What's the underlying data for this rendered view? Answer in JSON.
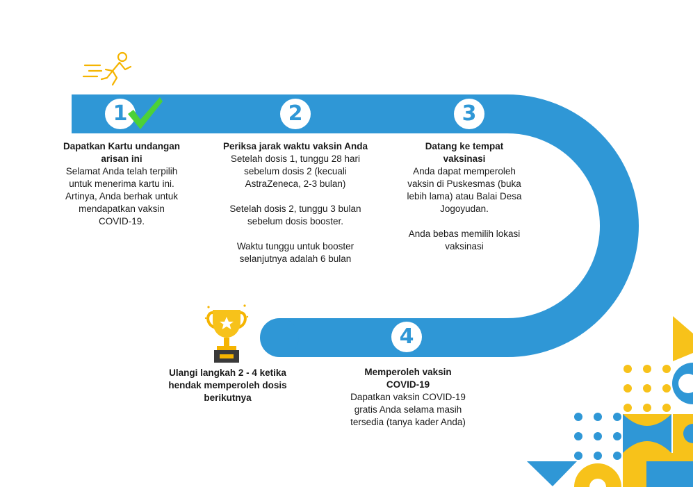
{
  "steps": [
    {
      "number": "1",
      "title": "Dapatkan Kartu undangan arisan ini",
      "description": [
        "Selamat Anda telah terpilih untuk menerima kartu ini. Artinya, Anda berhak untuk mendapatkan vaksin COVID-19."
      ]
    },
    {
      "number": "2",
      "title": "Periksa jarak waktu vaksin Anda",
      "description": [
        "Setelah dosis 1, tunggu 28 hari sebelum dosis 2 (kecuali AstraZeneca, 2-3 bulan)",
        "Setelah dosis 2, tunggu 3 bulan sebelum dosis booster.",
        "Waktu tunggu untuk booster selanjutnya adalah 6 bulan"
      ]
    },
    {
      "number": "3",
      "title": "Datang ke tempat vaksinasi",
      "description": [
        "Anda dapat memperoleh vaksin di Puskesmas (buka lebih lama) atau Balai Desa Jogoyudan.",
        "Anda bebas memilih lokasi vaksinasi"
      ]
    },
    {
      "number": "4",
      "title": "Memperoleh vaksin COVID-19",
      "description": [
        "Dapatkan vaksin COVID-19 gratis Anda selama masih tersedia (tanya kader Anda)"
      ]
    }
  ],
  "final_note": "Ulangi langkah 2 - 4 ketika hendak memperoleh dosis berikutnya",
  "icons": {
    "runner": "running-person-icon",
    "check": "checkmark-icon",
    "trophy": "trophy-icon"
  },
  "colors": {
    "road": "#2f97d6",
    "check": "#4cd137",
    "gold": "#f5b400",
    "accent_yellow": "#f7c21a",
    "accent_blue": "#2f97d6"
  }
}
